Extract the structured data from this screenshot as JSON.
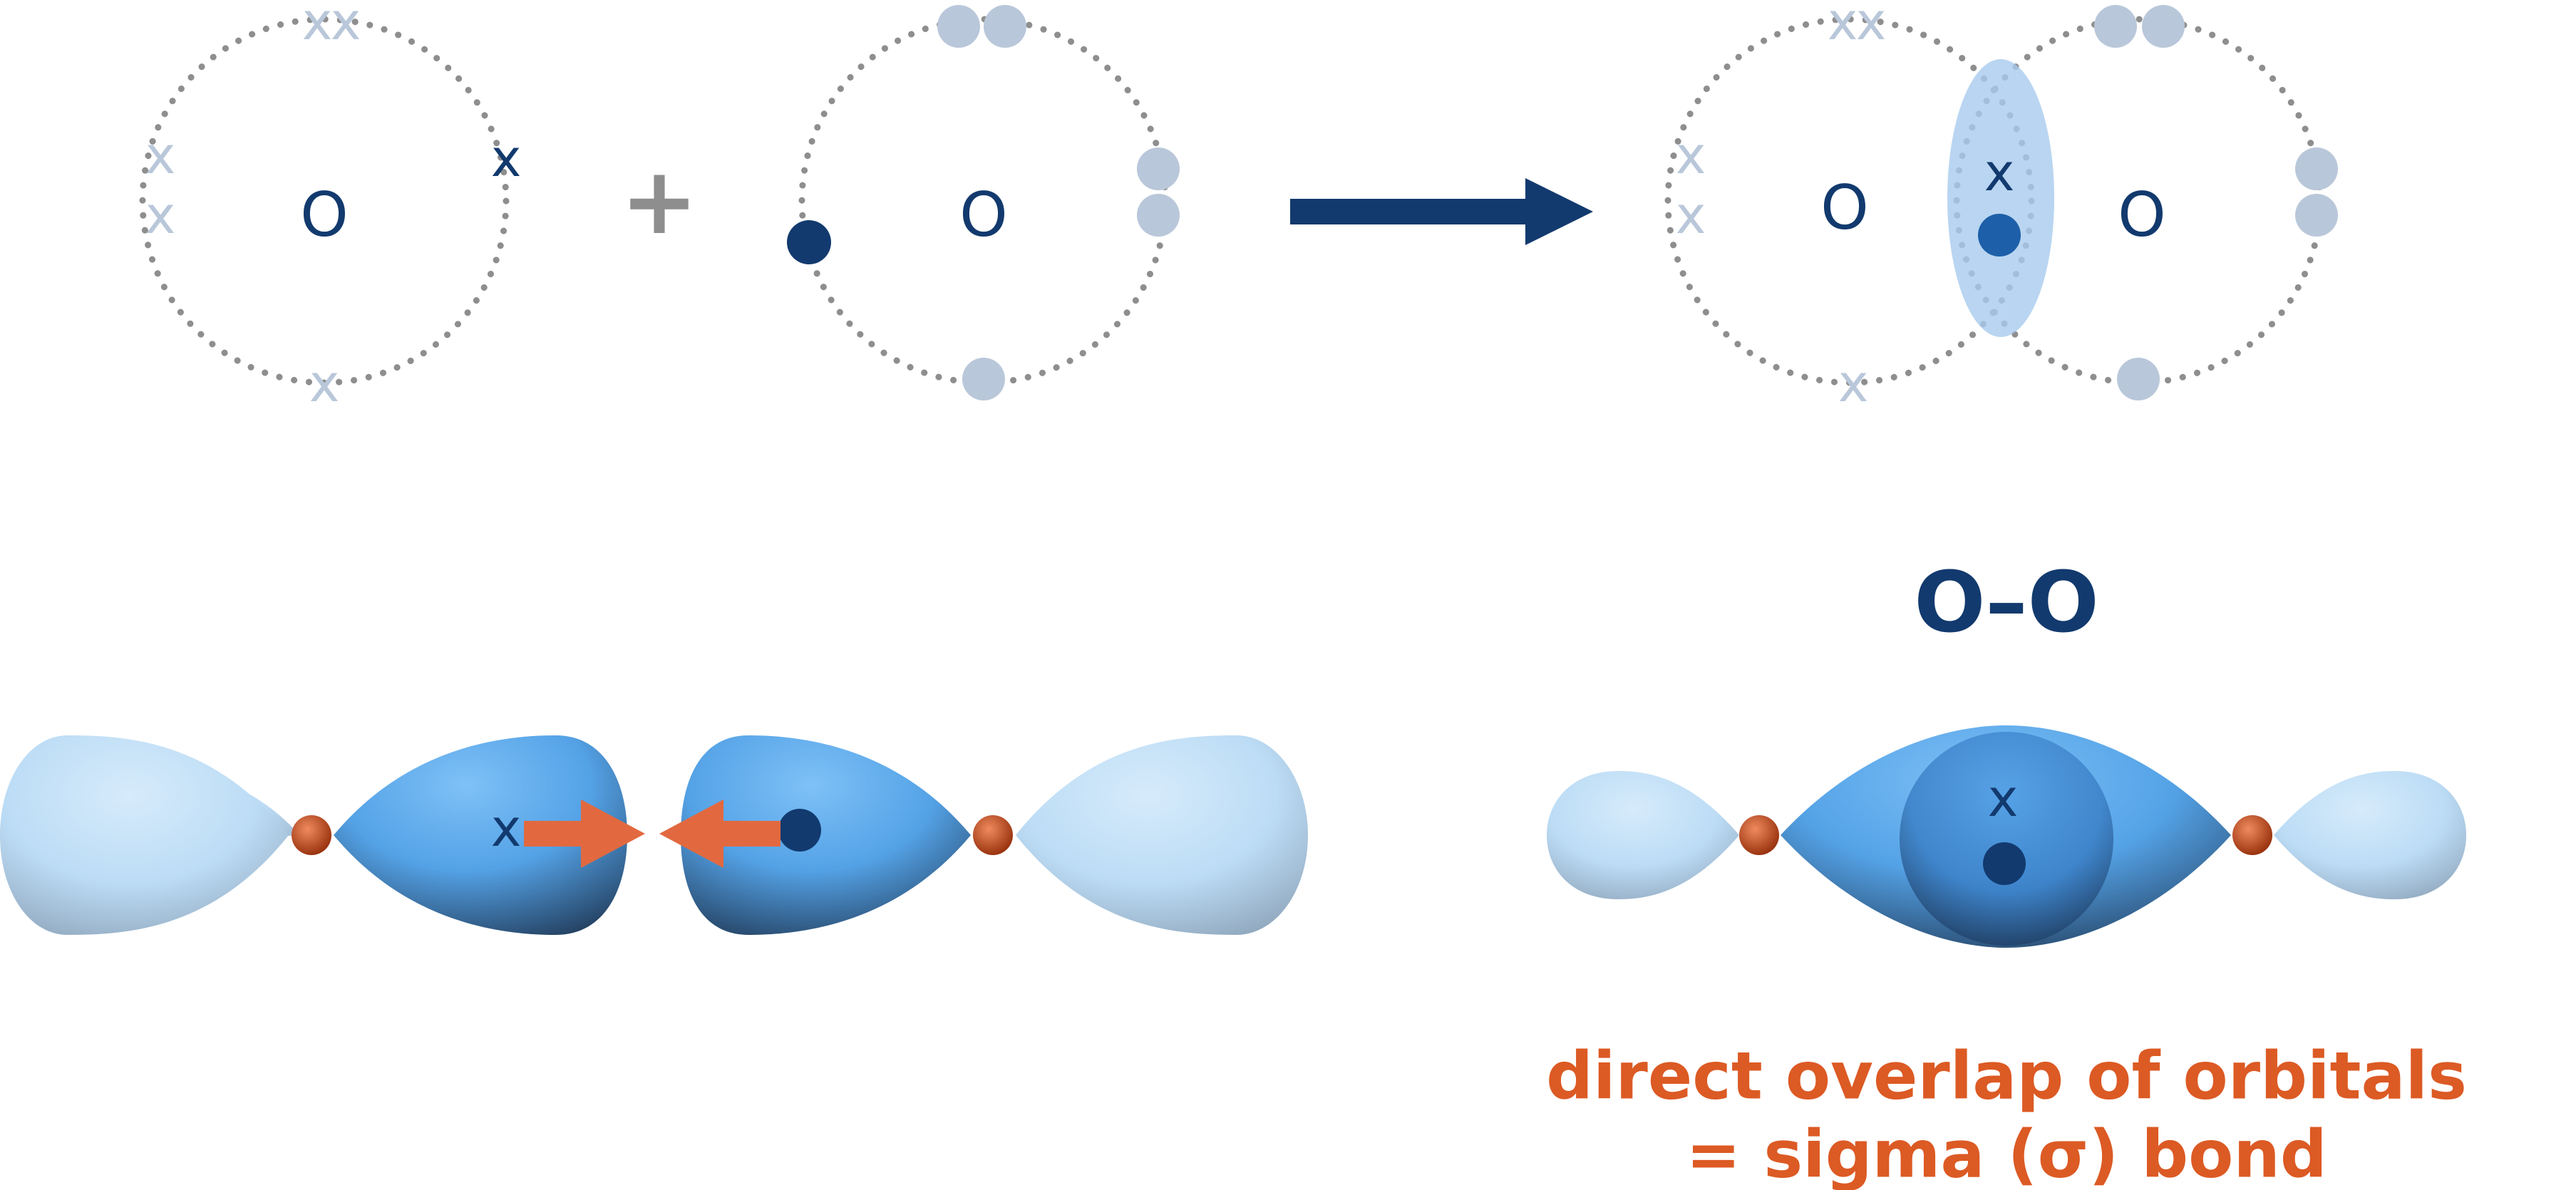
{
  "colors": {
    "navy": "#123a6e",
    "pale_electron": "#b9c7da",
    "orbit_dots": "#8e8e8e",
    "bond_highlight": "#a8cbed",
    "orange": "#e2693f",
    "caption": "#dc5a24",
    "nucleus": "#c94b1d"
  },
  "top_row": {
    "left_atom": {
      "symbol": "O",
      "bonding_electron": "x",
      "lone_electron": "x"
    },
    "plus": "+",
    "right_atom": {
      "symbol": "O"
    },
    "product": {
      "left_symbol": "O",
      "right_symbol": "O",
      "shared_cross": "x",
      "lone_electron": "x"
    }
  },
  "bottom_row": {
    "left_orbital_cross": "x",
    "product_formula": "O–O",
    "product_cross": "x"
  },
  "caption": {
    "line1": "direct overlap of orbitals",
    "line2": "= sigma (σ) bond"
  }
}
